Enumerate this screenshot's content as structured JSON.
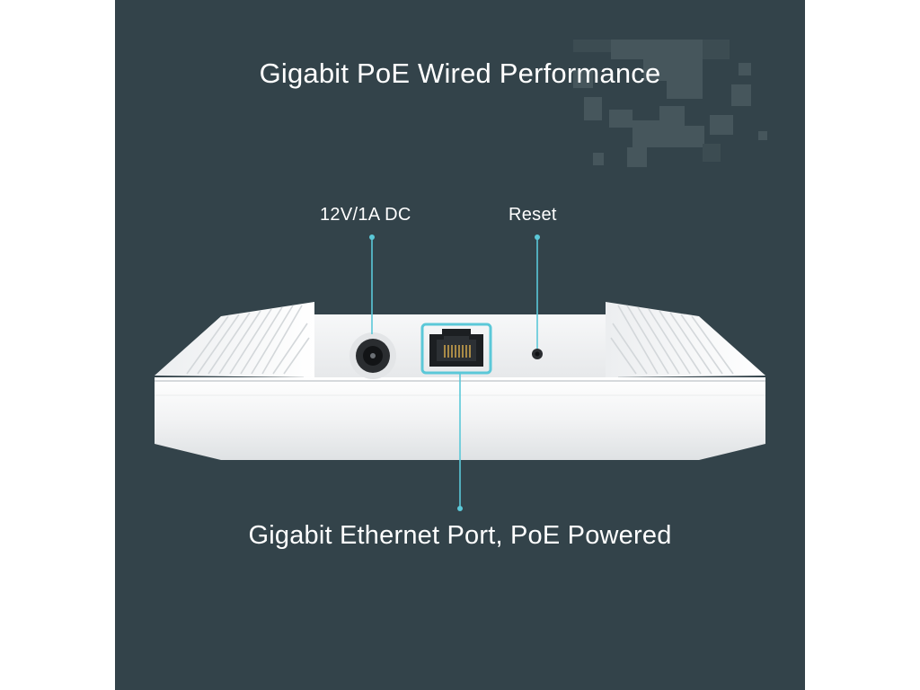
{
  "headline": "Gigabit PoE Wired Performance",
  "callouts": {
    "dc_power": "12V/1A DC",
    "reset": "Reset",
    "ethernet": "Gigabit Ethernet Port, PoE Powered"
  },
  "colors": {
    "background_panel": "#33434a",
    "page_background": "#ffffff",
    "text": "#ffffff",
    "callout_line": "#5bc8d8",
    "device_body": "#f4f5f6"
  },
  "icons": {
    "decoration": "pixel-pattern",
    "dc_jack": "dc-jack-icon",
    "ethernet_port": "rj45-port-icon",
    "reset_hole": "reset-pinhole-icon"
  }
}
